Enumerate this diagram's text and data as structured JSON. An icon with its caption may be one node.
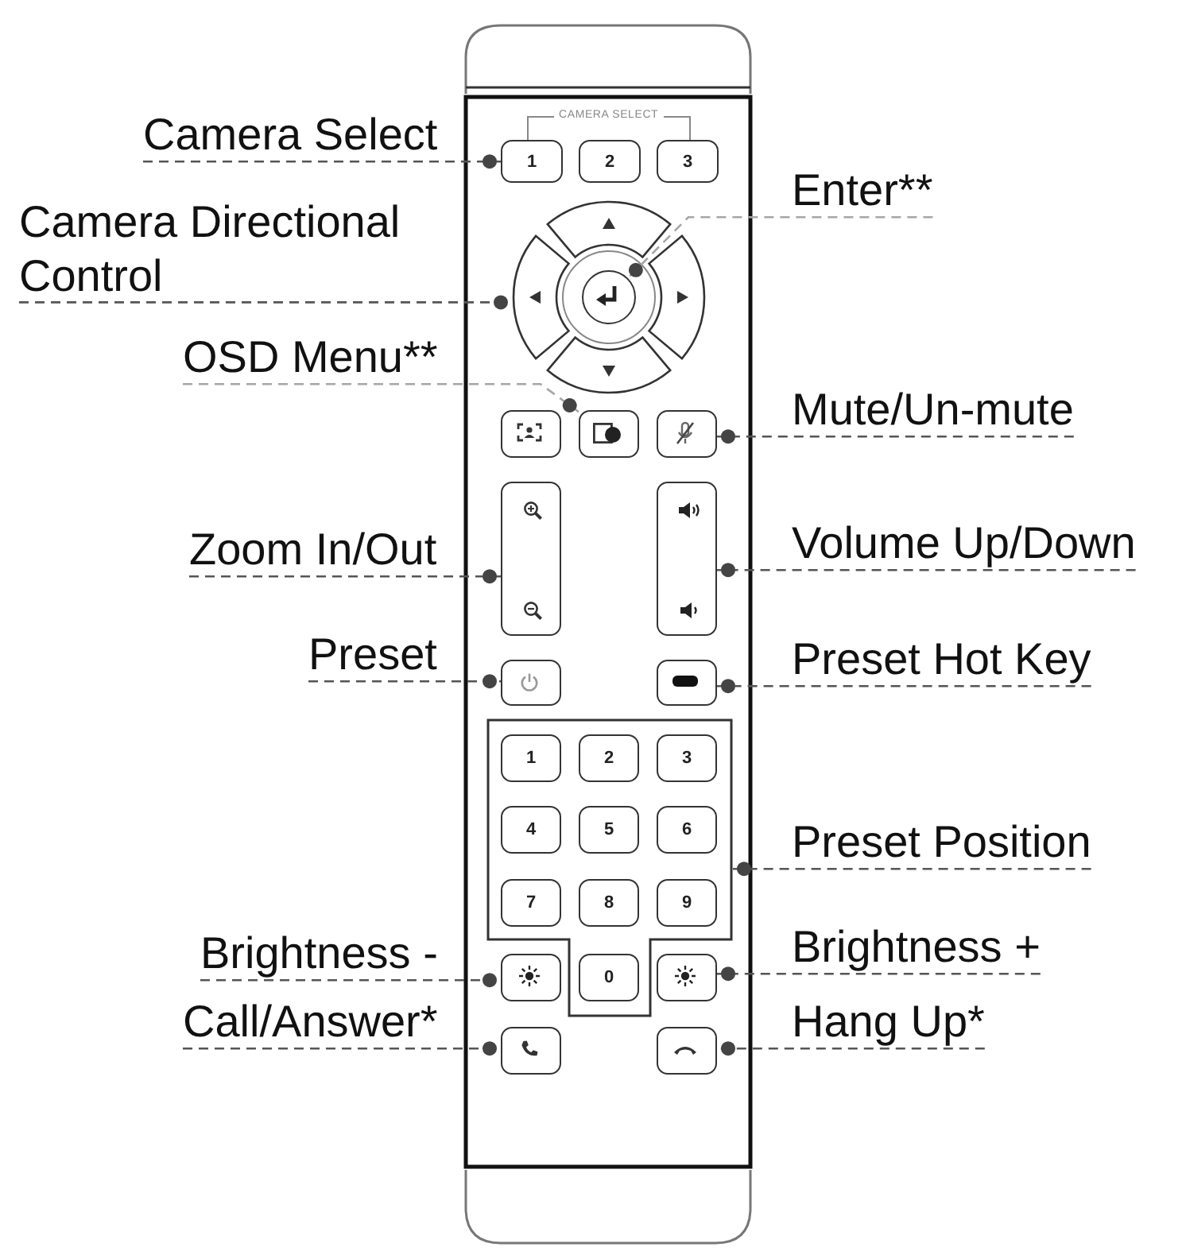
{
  "diagram": {
    "nodes": [
      {
        "text": [],
        "shape": "box"
      },
      {
        "text": [
          "Camera Select"
        ]
      },
      {
        "text": [
          "1"
        ],
        "in": 0
      },
      {
        "text": [
          "2"
        ],
        "in": 0
      },
      {
        "text": [
          "3"
        ],
        "in": 0
      },
      {
        "text": [
          "Enter**"
        ]
      },
      {
        "text": [
          "Camera Directional Control"
        ]
      },
      {
        "text": [],
        "shape": "arc",
        "in": 0
      },
      {
        "text": [],
        "shape": "arc",
        "in": 0
      },
      {
        "text": [],
        "shape": "circle",
        "in": 0
      },
      {
        "text": [],
        "shape": "arc",
        "in": 0
      },
      {
        "text": [],
        "shape": "arc",
        "in": 0
      },
      {
        "text": [
          "OSD Menu**"
        ]
      },
      {
        "text": [],
        "shape": "box",
        "in": 0
      },
      {
        "text": [],
        "shape": "box",
        "in": 0
      },
      {
        "text": [],
        "shape": "box",
        "in": 0
      },
      {
        "text": [
          "Mute/Un-mute"
        ]
      },
      {
        "text": [
          "Zoom In/Out"
        ]
      },
      {
        "text": [],
        "shape": "box",
        "in": 0
      },
      {
        "text": [],
        "shape": "box",
        "in": 0
      },
      {
        "text": [
          "Volume Up/Down"
        ]
      },
      {
        "text": [
          "Preset"
        ]
      },
      {
        "text": [],
        "shape": "box",
        "in": 0
      },
      {
        "text": [],
        "shape": "box",
        "in": 0
      },
      {
        "text": [
          "Preset Hot Key"
        ]
      },
      {
        "text": [],
        "shape": "box",
        "in": 0
      },
      {
        "text": [
          "1"
        ],
        "in": 25
      },
      {
        "text": [
          "2"
        ],
        "in": 25
      },
      {
        "text": [
          "3"
        ],
        "in": 25
      },
      {
        "text": [
          "4"
        ],
        "in": 25
      },
      {
        "text": [
          "5"
        ],
        "in": 25
      },
      {
        "text": [
          "6"
        ],
        "in": 25
      },
      {
        "text": [
          "7"
        ],
        "in": 25
      },
      {
        "text": [
          "8"
        ],
        "in": 25
      },
      {
        "text": [
          "9"
        ],
        "in": 25
      },
      {
        "text": [
          "Preset Position"
        ]
      },
      {
        "text": [
          "Brightness -"
        ]
      },
      {
        "text": [],
        "shape": "box",
        "in": 0
      },
      {
        "text": [
          "0"
        ],
        "in": 25
      },
      {
        "text": [],
        "shape": "box",
        "in": 0
      },
      {
        "text": [
          "Brightness +"
        ]
      },
      {
        "text": [
          "Call/Answer*"
        ]
      },
      {
        "text": [],
        "shape": "box",
        "in": 0
      },
      {
        "text": [],
        "shape": "box",
        "in": 0
      },
      {
        "text": [
          "Hang Up*"
        ]
      },
      {
        "text": [],
        "shape": "box"
      },
      {
        "text": [],
        "shape": "box"
      }
    ],
    "edges": [
      {
        "from": 1,
        "to": 2,
        "arrow": "other",
        "style": "dashed"
      },
      {
        "from": 5,
        "to": 9,
        "arrow": "other",
        "style": "dashed",
        "color": "#a6a6a6"
      },
      {
        "from": 6,
        "to": 8,
        "arrow": "other",
        "style": "dashed"
      },
      {
        "from": 12,
        "to": 14,
        "arrow": "other",
        "style": "dashed",
        "color": "#a6a6a6"
      },
      {
        "from": 16,
        "to": 15,
        "arrow": "other",
        "style": "dashed"
      },
      {
        "from": 17,
        "to": 18,
        "arrow": "other",
        "style": "dashed"
      },
      {
        "from": 20,
        "to": 19,
        "arrow": "other",
        "style": "dashed"
      },
      {
        "from": 21,
        "to": 22,
        "arrow": "other",
        "style": "dashed"
      },
      {
        "from": 24,
        "to": 23,
        "arrow": "other",
        "style": "dashed"
      },
      {
        "from": 35,
        "to": 25,
        "arrow": "other",
        "style": "dashed"
      },
      {
        "from": 36,
        "to": 37,
        "arrow": "other",
        "style": "dashed"
      },
      {
        "from": 40,
        "to": 39,
        "arrow": "other",
        "style": "dashed"
      },
      {
        "from": 41,
        "to": 42,
        "arrow": "other",
        "style": "dashed"
      },
      {
        "from": 44,
        "to": 43,
        "arrow": "other",
        "style": "dashed"
      }
    ],
    "labels": [
      "CAMERA SELECT"
    ]
  }
}
